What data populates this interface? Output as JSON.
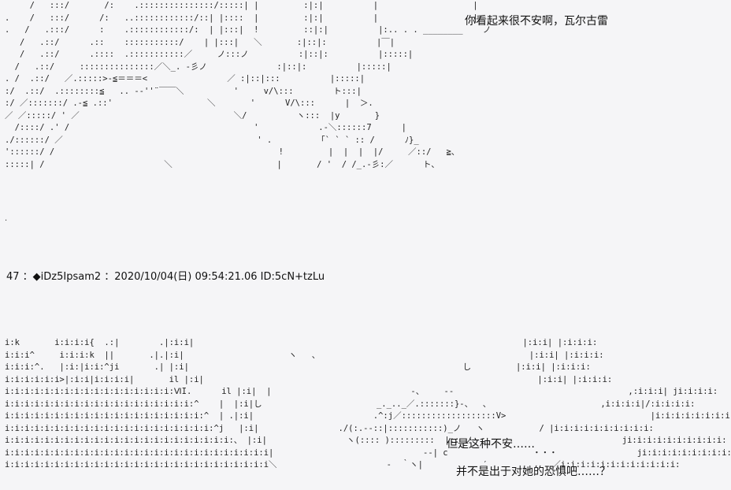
{
  "art": {
    "top": "     /   :::/       /:    .:::::::::::::::/:::::| |         :|:|          |                   |\n.    /   :::/      /:   ..::::::::::::/::| |::::  |         :|:|          |                   |\n.   /   .:::/      :    .::::::::::::/:  | |:::|  !         ::|:|          |:.. . . ________    ノ\n   /   .::/      .::    :::::::::::/    | |:::|   ＼       :|::|:          |￣|\n   /   .::/      .::::  .:::::::::::／     ノ:::ノ          :|::|:          |:::::|\n  /   .::/     :::::::::::::::／＼_. -彡ノ              :|::|:          |:::::|\n. /  .::/   ／.:::::>-≦＝＝＝<                ／ :|::|:::          |:::::|\n:/  .::/  .::::::::≦   .. -‐''¨￣￣＼          '     v/\\:::        ト:::|\n:/ ／:::::::/ .-≦ .::'                   ＼       '      V/\\:::      |  ＞.\n／ ／:::::/ ' ／                               ＼/          ヽ:::  |y       }\n  /::::/ .' /                                     '            .‐＼::::::7      |\n./::::::/ ／                                       ' .         「` ` ` :: /      ﾉ}_\n'::::::/ /                                             !         |  |  |  |/     ／::/   ≧、\n:::::| /                        ＼                     |       / '  / /_.-彡:／      ト、",
    "bottom": "i:k       i:i:i:i{  .:|        .|:i:i|                                                                  |:i:i| |:i:i:i:\ni:i:i^     i:i:i:k  ||       .|.|:i|                     ヽ   、                                          |:i:i| |:i:i:i:\ni:i:i:^.   |:i:|i:i:^ji       .| |:i|                                                       し         |:i:i| |:i:i:i:\ni:i:i:i:i:i>|:i:i|i:i:i:i|       il |:i|                                                                   |:i:i| |:i:i:i:\ni:i:i:i:i:i:i:i:i:i:i:i:i:i:i:i:i:ⅥI.      il |:i|  |                            ‐、    ‐‐                                   ,:i:i:i| ji:i:i:i:\ni:i:i:i:i:i:i:i:i:i:i:i:i:i:i:i:i:i:i:^    |  |:i|し                       _._.._／.:::::::}‐、  、                      ,i:i:i:i|/:i:i:i:i:\ni:i:i:i:i:i:i:i:i:i:i:i:i:i:i:i:i:i:i:i:^  | .|:i|                        .^:j／:::::::::::::::::::V>                             |i:i:i:i:i:i:i:i:i:\ni:i:i:i:i:i:i:i:i:i:i:i:i:i:i:i:i:i:i:i:i:^j   |:i|                ./(:.‐‐::|:::::::::::)_ノ   ヽ           / |i:i:i:i:i:i:i:i:i:i:\ni:i:i:i:i:i:i:i:i:i:i:i:i:i:i:i:i:i:i:i:i:i:i:、 |:i|                ヽ(:::: ):::::::::  |::_ノ                              ji:i:i:i:i:i:i:i:i:i:\ni:i:i:i:i:i:i:i:i:i:i:i:i:i:i:i:i:i:i:i:i:i:i:i:i:i:i|                              ‐‐| c                 ・・・                ji:i:i:i:i:i:i:i:i:i:i:\ni:i:i:i:i:i:i:i:i:i:i:i:i:i:i:i:i:i:i:i:i:i:i:i:i:i:i＼                      ‐  ｀ヽ|            ′             ／i:i:i:i:i:i:i:i:i:i:i:i:"
  },
  "dialogue": {
    "line1": "你看起来很不安啊，瓦尔古雷",
    "line2": "但是这种不安……",
    "line3": "并不是出于对她的恐惧吧……？"
  },
  "post": {
    "header": "47 ：◆iDz5Ipsam2 ：2020/10/04(日) 09:54:21.06 ID:5cN+tzLu"
  }
}
